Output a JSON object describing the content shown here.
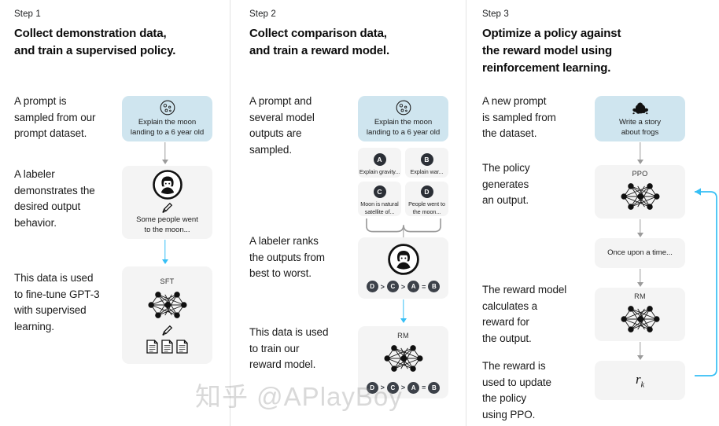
{
  "steps": [
    {
      "label": "Step 1",
      "title": "Collect demonstration data,\nand train a supervised policy.",
      "paragraphs": [
        "A prompt is\nsampled from our\nprompt dataset.",
        "A labeler\ndemonstrates the\ndesired output\nbehavior.",
        "This data is used\nto fine-tune GPT-3\nwith supervised\nlearning."
      ],
      "cards": [
        {
          "name": "prompt-card",
          "icon": "moon-icon",
          "text": "Explain the moon\nlanding to a 6 year old",
          "kind": "prompt"
        },
        {
          "name": "labeler-card",
          "icon": "labeler-avatar-icon",
          "text": "Some people went\nto the moon...",
          "kind": "plain"
        },
        {
          "name": "sft-card",
          "icon": "neural-network-icon",
          "title": "SFT",
          "kind": "plain"
        }
      ]
    },
    {
      "label": "Step 2",
      "title": "Collect comparison data,\nand train a reward model.",
      "paragraphs": [
        "A prompt and\nseveral model\noutputs are\nsampled.",
        "A labeler ranks\nthe outputs from\nbest to worst.",
        "This data is used\nto train our\nreward model."
      ],
      "cards": [
        {
          "name": "prompt-card",
          "icon": "moon-icon",
          "text": "Explain the moon\nlanding to a 6 year old",
          "kind": "prompt"
        },
        {
          "name": "ranking-card",
          "icon": "labeler-avatar-icon",
          "kind": "plain"
        },
        {
          "name": "reward-model-card",
          "icon": "neural-network-icon",
          "title": "RM",
          "kind": "plain"
        }
      ],
      "options": [
        {
          "badge": "A",
          "text": "Explain gravity..."
        },
        {
          "badge": "B",
          "text": "Explain war..."
        },
        {
          "badge": "C",
          "text": "Moon is natural\nsatellite of..."
        },
        {
          "badge": "D",
          "text": "People went to\nthe moon..."
        }
      ],
      "ranking": [
        "D",
        ">",
        "C",
        ">",
        "A",
        "=",
        "B"
      ]
    },
    {
      "label": "Step 3",
      "title": "Optimize a policy against\nthe reward model using\nreinforcement learning.",
      "paragraphs": [
        "A new prompt\nis sampled from\nthe dataset.",
        "The policy\ngenerates\nan output.",
        "The reward model\ncalculates a\nreward for\nthe output.",
        "The reward is\nused to update\nthe policy\nusing PPO."
      ],
      "cards": [
        {
          "name": "prompt-card",
          "icon": "frog-icon",
          "text": "Write a story\nabout frogs",
          "kind": "prompt"
        },
        {
          "name": "ppo-card",
          "icon": "neural-network-icon",
          "title": "PPO",
          "kind": "plain"
        },
        {
          "name": "output-card",
          "text": "Once upon a time...",
          "kind": "plain"
        },
        {
          "name": "reward-model-card",
          "icon": "neural-network-icon",
          "title": "RM",
          "kind": "plain"
        },
        {
          "name": "reward-value-card",
          "text": "r",
          "subscript": "k",
          "kind": "plain"
        }
      ]
    }
  ],
  "watermark": "知乎 @APlayBoy",
  "colors": {
    "prompt_card_bg": "#cfe5ef",
    "card_bg": "#f4f4f4",
    "accent_blue": "#36bff5",
    "arrow_gray": "#9b9b9b",
    "badge_dark": "#2b2f36",
    "text": "#1b1b1b"
  }
}
